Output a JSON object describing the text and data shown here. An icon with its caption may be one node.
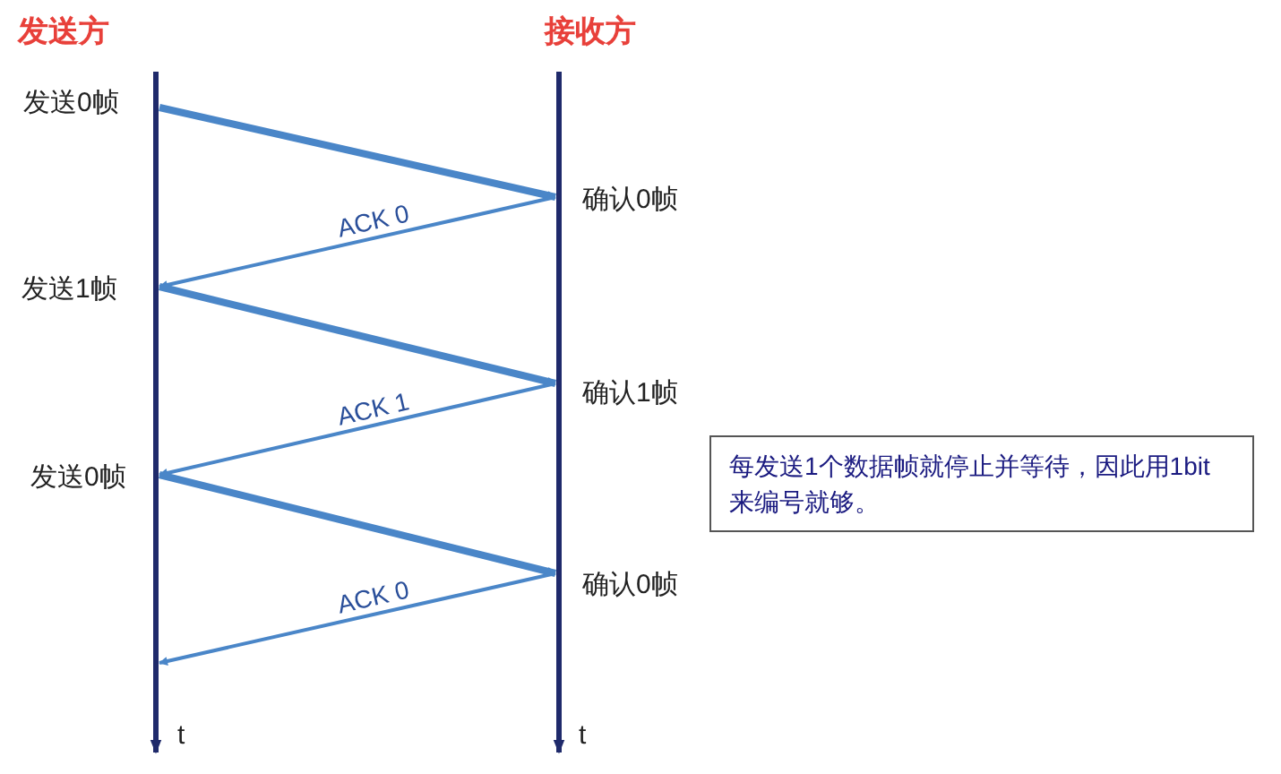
{
  "diagram": {
    "nodes": [
      {
        "text": [
          "发送0帧"
        ]
      },
      {
        "text": [
          "确认0帧"
        ]
      },
      {
        "text": [
          "发送1帧"
        ]
      },
      {
        "text": [
          "确认1帧"
        ]
      },
      {
        "text": [
          "发送0帧"
        ]
      },
      {
        "text": [
          "确认0帧"
        ]
      },
      {
        "text": [
          "每发送1个数据帧就停止并等待，因此用1bit来编号就够。"
        ]
      }
    ],
    "edges": [
      {
        "from": 0,
        "to": 1,
        "arrow": "to",
        "style": "thick"
      },
      {
        "from": 1,
        "to": 2,
        "arrow": "to",
        "label": "ACK 0"
      },
      {
        "from": 2,
        "to": 3,
        "arrow": "to",
        "style": "thick"
      },
      {
        "from": 3,
        "to": 4,
        "arrow": "to",
        "label": "ACK 1"
      },
      {
        "from": 4,
        "to": 5,
        "arrow": "to",
        "style": "thick"
      },
      {
        "from": 5,
        "to": null,
        "arrow": "to",
        "label": "ACK 0"
      }
    ],
    "labels": [
      "发送方",
      "接收方",
      "t",
      "t"
    ]
  }
}
